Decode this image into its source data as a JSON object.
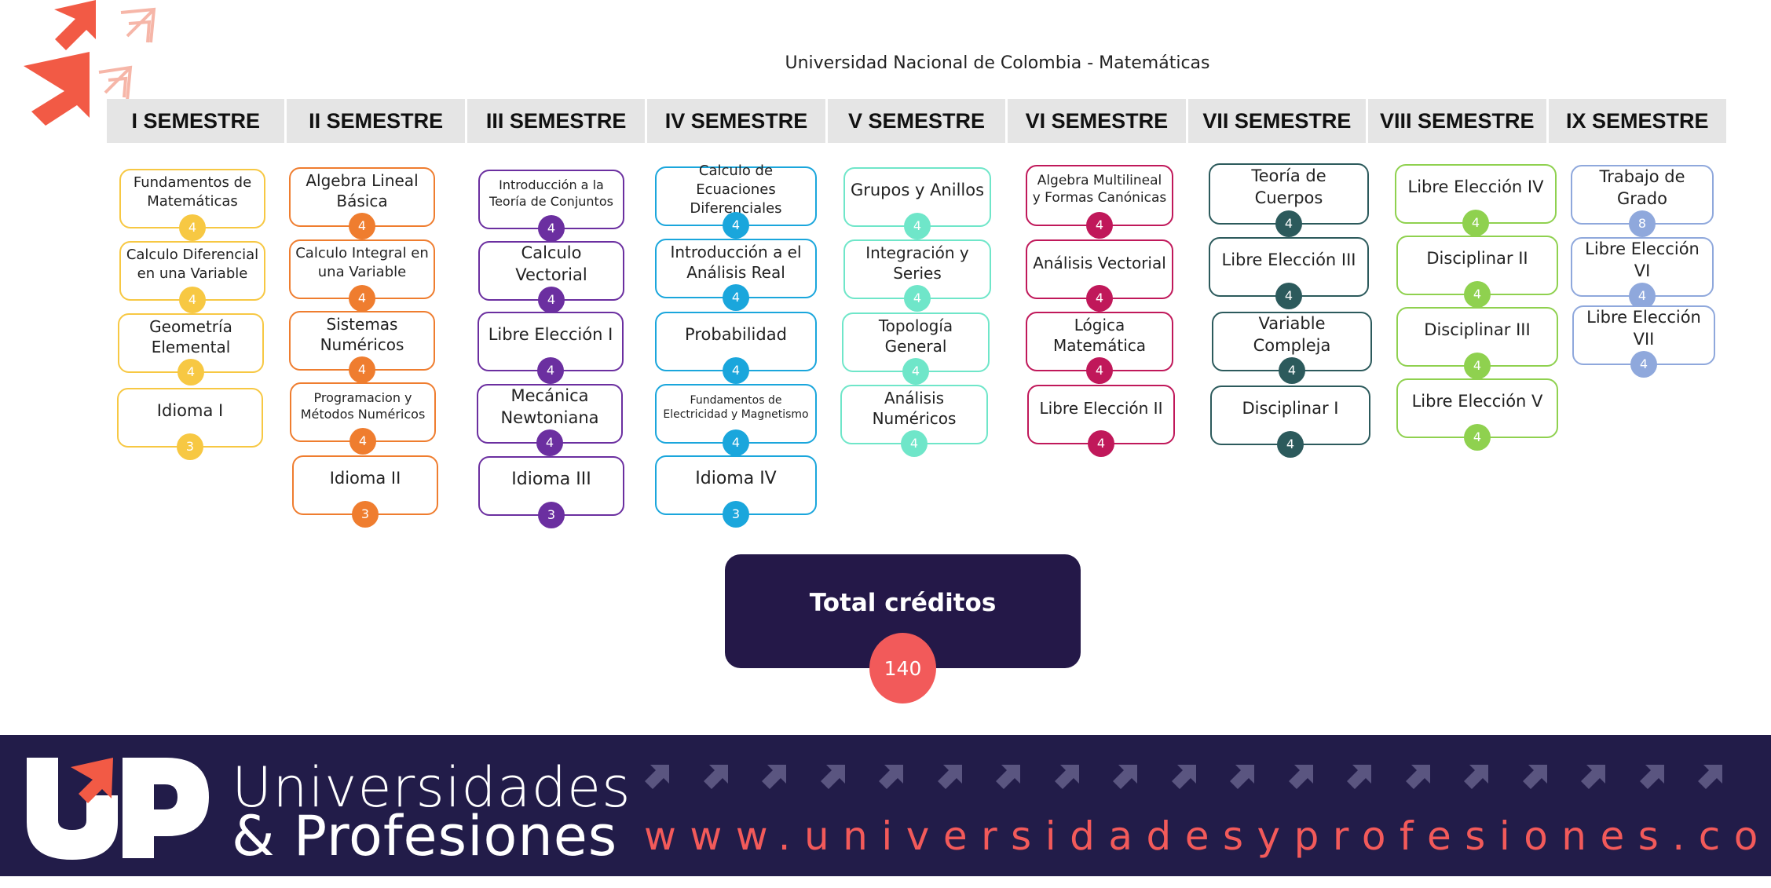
{
  "header": {
    "title": "Universidad Nacional de Colombia - Matemáticas"
  },
  "semesters": [
    {
      "label": "I SEMESTRE",
      "color": "#f7c843",
      "courses": [
        {
          "name": "Fundamentos de Matemáticas",
          "credits": "4"
        },
        {
          "name": "Calculo Diferencial en una Variable",
          "credits": "4"
        },
        {
          "name": "Geometría Elemental",
          "credits": "4"
        },
        {
          "name": "Idioma I",
          "credits": "3"
        }
      ]
    },
    {
      "label": "II SEMESTRE",
      "color": "#ef7d2f",
      "courses": [
        {
          "name": "Algebra Lineal Básica",
          "credits": "4"
        },
        {
          "name": "Calculo Integral en una Variable",
          "credits": "4"
        },
        {
          "name": "Sistemas Numéricos",
          "credits": "4"
        },
        {
          "name": "Programacion y Métodos Numéricos",
          "credits": "4"
        },
        {
          "name": "Idioma II",
          "credits": "3"
        }
      ]
    },
    {
      "label": "III SEMESTRE",
      "color": "#6b2fa0",
      "courses": [
        {
          "name": "Introducción a la Teoría de Conjuntos",
          "credits": "4"
        },
        {
          "name": "Calculo Vectorial",
          "credits": "4"
        },
        {
          "name": "Libre Elección I",
          "credits": "4"
        },
        {
          "name": "Mecánica Newtoniana",
          "credits": "4"
        },
        {
          "name": "Idioma III",
          "credits": "3"
        }
      ]
    },
    {
      "label": "IV SEMESTRE",
      "color": "#1aa6dc",
      "courses": [
        {
          "name": "Calculo de Ecuaciones Diferenciales",
          "credits": "4"
        },
        {
          "name": "Introducción a el Análisis Real",
          "credits": "4"
        },
        {
          "name": "Probabilidad",
          "credits": "4"
        },
        {
          "name": "Fundamentos de Electricidad y Magnetismo",
          "credits": "4"
        },
        {
          "name": "Idioma IV",
          "credits": "3"
        }
      ]
    },
    {
      "label": "V SEMESTRE",
      "color": "#6fe6c9",
      "courses": [
        {
          "name": "Grupos y Anillos",
          "credits": "4"
        },
        {
          "name": "Integración y Series",
          "credits": "4"
        },
        {
          "name": "Topología General",
          "credits": "4"
        },
        {
          "name": "Análisis Numéricos",
          "credits": "4"
        }
      ]
    },
    {
      "label": "VI SEMESTRE",
      "color": "#c0185a",
      "courses": [
        {
          "name": "Algebra Multilineal y Formas Canónicas",
          "credits": "4"
        },
        {
          "name": "Análisis Vectorial",
          "credits": "4"
        },
        {
          "name": "Lógica Matemática",
          "credits": "4"
        },
        {
          "name": "Libre Elección II",
          "credits": "4"
        }
      ]
    },
    {
      "label": "VII SEMESTRE",
      "color": "#2c5a5c",
      "courses": [
        {
          "name": "Teoría de Cuerpos",
          "credits": "4"
        },
        {
          "name": "Libre Elección III",
          "credits": "4"
        },
        {
          "name": "Variable Compleja",
          "credits": "4"
        },
        {
          "name": "Disciplinar I",
          "credits": "4"
        }
      ]
    },
    {
      "label": "VIII SEMESTRE",
      "color": "#8fd14f",
      "courses": [
        {
          "name": "Libre Elección IV",
          "credits": "4"
        },
        {
          "name": "Disciplinar II",
          "credits": "4"
        },
        {
          "name": "Disciplinar III",
          "credits": "4"
        },
        {
          "name": "Libre Elección V",
          "credits": "4"
        }
      ]
    },
    {
      "label": "IX SEMESTRE",
      "color": "#8fa8dc",
      "courses": [
        {
          "name": "Trabajo de Grado",
          "credits": "8"
        },
        {
          "name": "Libre Elección VI",
          "credits": "4"
        },
        {
          "name": "Libre Elección VII",
          "credits": "4"
        }
      ]
    }
  ],
  "total": {
    "label": "Total créditos",
    "value": "140"
  },
  "footer": {
    "brand_line1": "Universidades",
    "brand_line2": "& Profesiones",
    "url": "www.universidadesyprofesiones.com"
  }
}
